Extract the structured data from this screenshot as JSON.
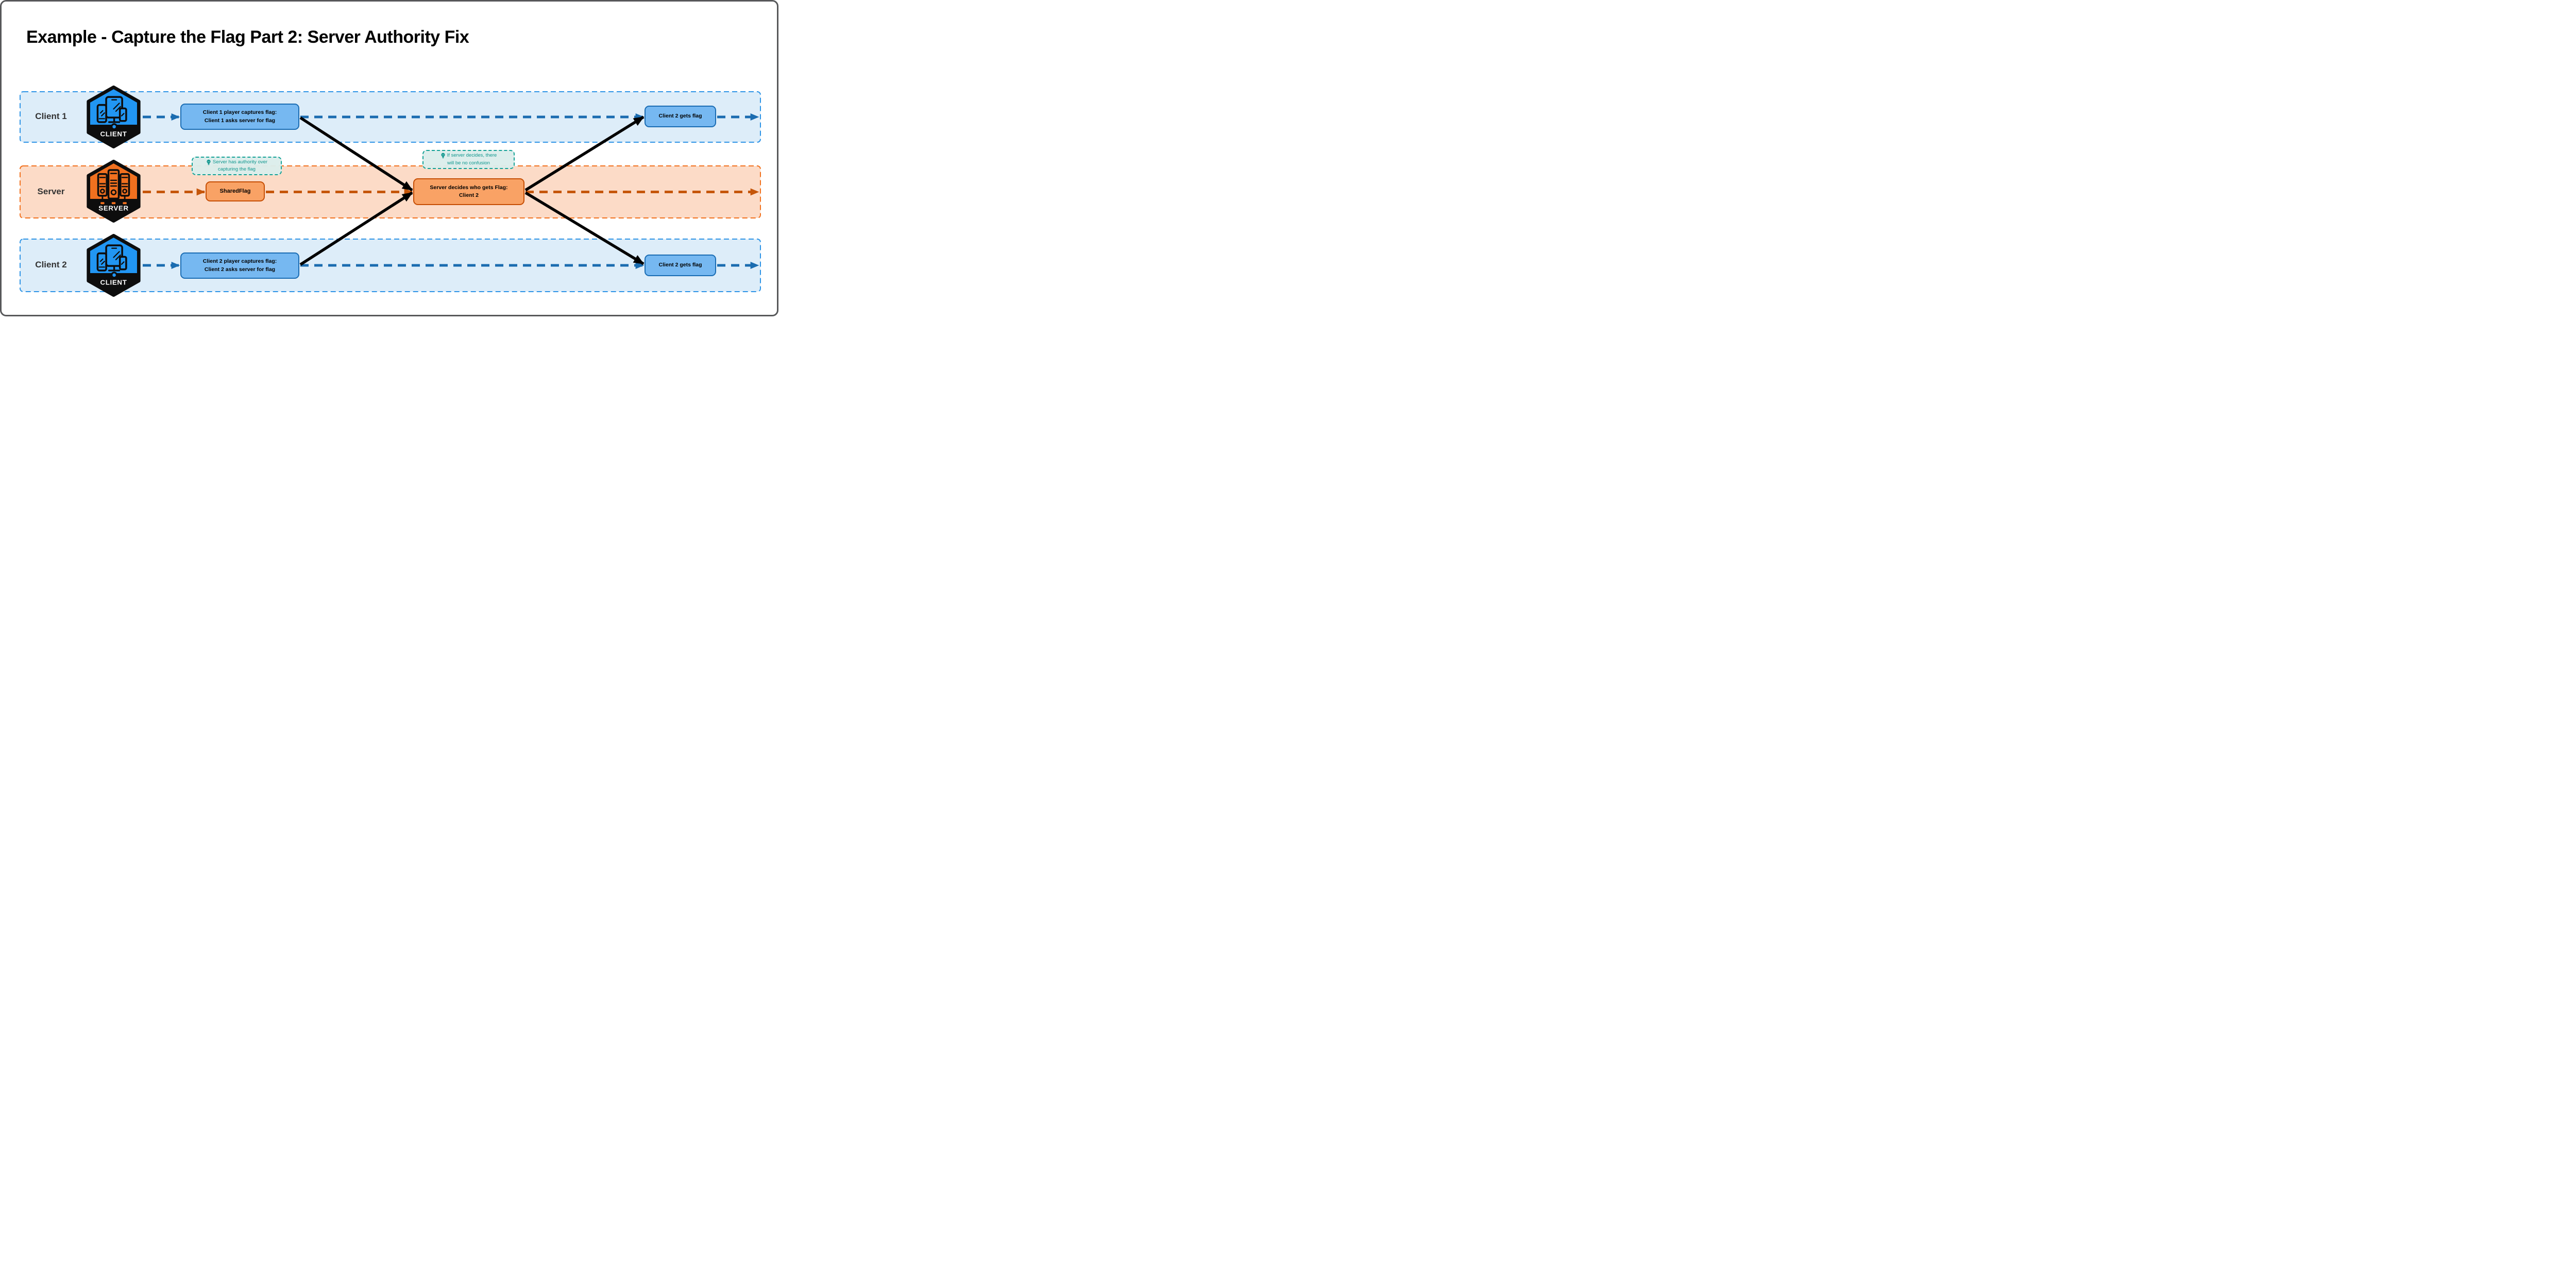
{
  "title": "Example - Capture the Flag Part 2: Server Authority Fix",
  "lanes": [
    {
      "id": "client1",
      "label": "Client 1",
      "badge": "CLIENT"
    },
    {
      "id": "server",
      "label": "Server",
      "badge": "SERVER"
    },
    {
      "id": "client2",
      "label": "Client 2",
      "badge": "CLIENT"
    }
  ],
  "boxes": {
    "client1_capture": {
      "line1": "Client 1 player captures flag:",
      "line2": "Client 1 asks server for flag"
    },
    "client1_result": {
      "line1": "Client 2 gets flag"
    },
    "shared_flag": {
      "line1": "SharedFlag"
    },
    "server_decides": {
      "line1": "Server decides who gets Flag:",
      "line2": "Client 2"
    },
    "client2_capture": {
      "line1": "Client 2 player captures flag:",
      "line2": "Client 2 asks server for flag"
    },
    "client2_result": {
      "line1": "Client 2 gets flag"
    }
  },
  "notes": {
    "server_authority": {
      "line1": "Server has authority over",
      "line2": "capturing the flag"
    },
    "no_confusion": {
      "line1": "If server decides, there",
      "line2": "will be no confusion"
    }
  },
  "colors": {
    "client_lane_bg": "#ddedf9",
    "client_lane_border": "#2e94e6",
    "client_flow_arrow": "#1a6cb0",
    "client_box_bg": "#76b8f1",
    "client_box_border": "#1a6cb3",
    "server_lane_bg": "#fcdbc7",
    "server_lane_border": "#f2721f",
    "server_flow_arrow": "#c5560a",
    "server_box_bg": "#f9a265",
    "server_box_border": "#c64e04",
    "note_bg": "#dcedeb",
    "note_border": "#14a296",
    "note_text": "#0f968d",
    "hex_client": "#2196f3",
    "hex_server": "#f1701f",
    "black_arrow": "#000000",
    "label_text": "#333333"
  }
}
